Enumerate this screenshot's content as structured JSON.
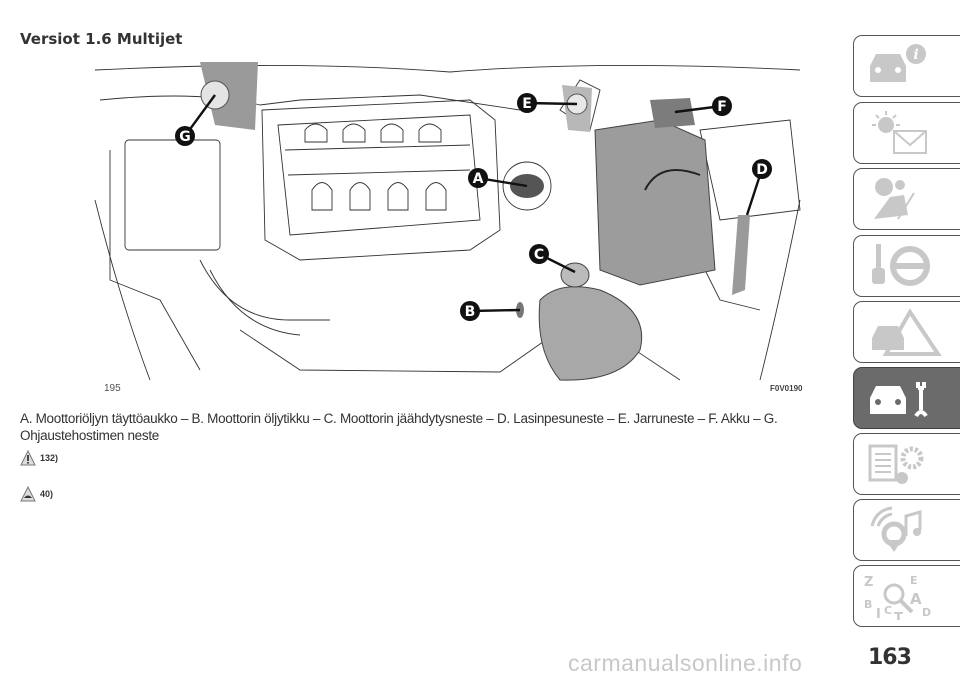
{
  "section_title": "Versiot 1.6 Multijet",
  "figure": {
    "number_left": "195",
    "code_right": "F0V0190",
    "callouts": [
      "A",
      "B",
      "C",
      "D",
      "E",
      "F",
      "G"
    ]
  },
  "caption": "A. Moottoriöljyn täyttöaukko – B. Moottorin öljytikku – C. Moottorin jäähdytysneste – D. Lasinpesuneste – E. Jarruneste – F. Akku – G. Ohjaustehostimen neste",
  "notes": [
    {
      "icon": "warning-triangle-icon",
      "ref": "132)"
    },
    {
      "icon": "environment-triangle-icon",
      "ref": "40)"
    }
  ],
  "side_tabs": [
    {
      "icon": "car-info-icon",
      "active": false
    },
    {
      "icon": "warning-light-envelope-icon",
      "active": false
    },
    {
      "icon": "airbag-seat-icon",
      "active": false
    },
    {
      "icon": "key-steering-wheel-icon",
      "active": false
    },
    {
      "icon": "car-breakdown-triangle-icon",
      "active": false
    },
    {
      "icon": "car-wrench-icon",
      "active": true
    },
    {
      "icon": "specs-gears-icon",
      "active": false
    },
    {
      "icon": "multimedia-icon",
      "active": false
    },
    {
      "icon": "index-search-icon",
      "active": false
    }
  ],
  "page_number": "163",
  "watermark": "carmanualsonline.info",
  "colors": {
    "active_tab": "#6b6b6b",
    "tab_icon": "#c8c8c8"
  }
}
